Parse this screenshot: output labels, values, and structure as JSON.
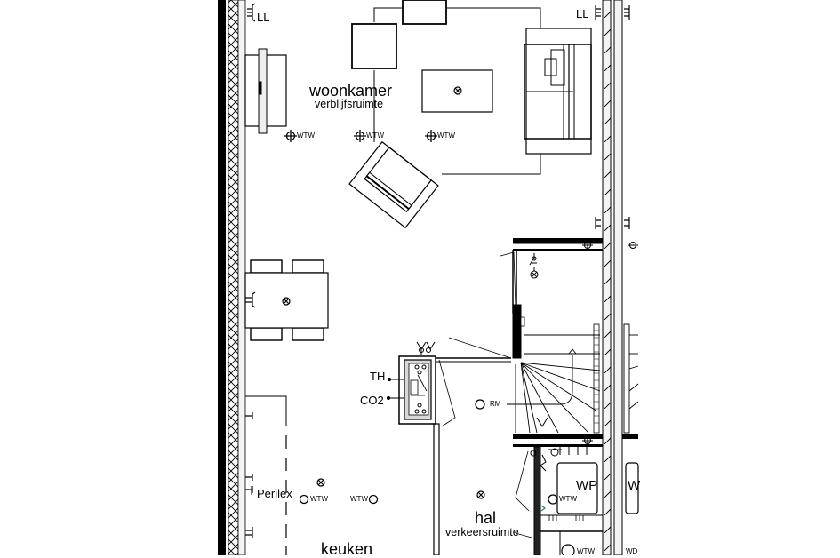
{
  "drawing": {
    "type": "floor-plan",
    "colors": {
      "line": "#000000",
      "background": "#ffffff",
      "wall_fill": "#f2f2f2",
      "hatch": "#000000",
      "accent_duct": "#3a8a80"
    }
  },
  "rooms": {
    "woonkamer": {
      "name": "woonkamer",
      "function": "verblijfsruimte"
    },
    "hal": {
      "name": "hal",
      "function": "verkeersruimte"
    },
    "keuken": {
      "name": "keuken"
    },
    "wp_room": {
      "name": "WP"
    },
    "wp_room_neighbor": {
      "name": "W"
    }
  },
  "symbols": {
    "ll_left": "LL",
    "ll_right": "LL",
    "th": "TH",
    "co2": "CO2",
    "rm": "RM",
    "perilex": "Perilex",
    "wtw_1": "WTW",
    "wtw_2": "WTW",
    "wtw_3": "WTW",
    "wtw_4": "WTW",
    "wtw_5": "WTW",
    "wtw_6": "WTW",
    "wtw_7": "WTW",
    "wtw_8": "WD"
  }
}
